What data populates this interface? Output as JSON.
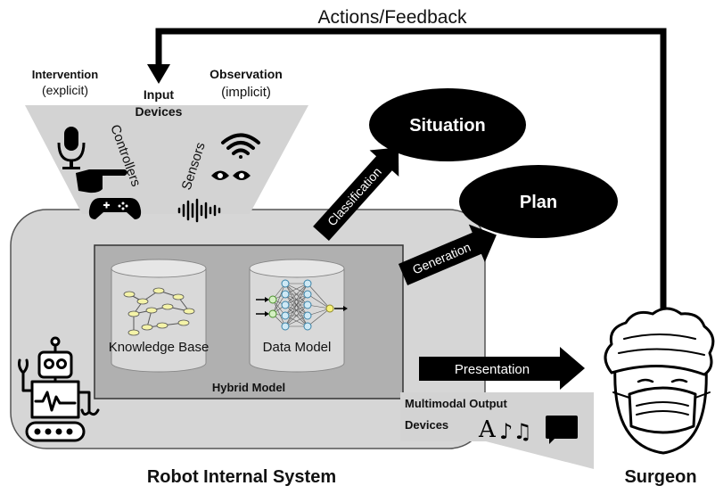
{
  "feedback_label": "Actions/Feedback",
  "input": {
    "intervention_title": "Intervention",
    "intervention_sub": "(explicit)",
    "devices_line1": "Input",
    "devices_line2": "Devices",
    "observation_title": "Observation",
    "observation_sub": "(implicit)",
    "controllers": "Controllers",
    "sensors": "Sensors"
  },
  "outputs": {
    "situation": "Situation",
    "plan": "Plan",
    "classification": "Classification",
    "generation": "Generation",
    "presentation": "Presentation"
  },
  "hybrid": {
    "knowledge_base": "Knowledge Base",
    "data_model": "Data Model",
    "label": "Hybrid Model"
  },
  "multimodal": {
    "line1": "Multimodal Output",
    "line2": "Devices",
    "glyph_a": "A",
    "glyph_notes": "♪♫"
  },
  "system_label": "Robot Internal System",
  "surgeon_label": "Surgeon",
  "icons": [
    "microphone-icon",
    "pointing-hand-icon",
    "gamepad-icon",
    "wifi-icon",
    "eyes-icon",
    "sound-wave-icon",
    "robot-icon",
    "surgeon-icon",
    "speech-bubble-icon"
  ],
  "colors": {
    "system_box": "#d6d6d6",
    "hybrid_box": "#b0b0b0",
    "funnel": "#d3d3d3",
    "arrow": "#000000"
  }
}
